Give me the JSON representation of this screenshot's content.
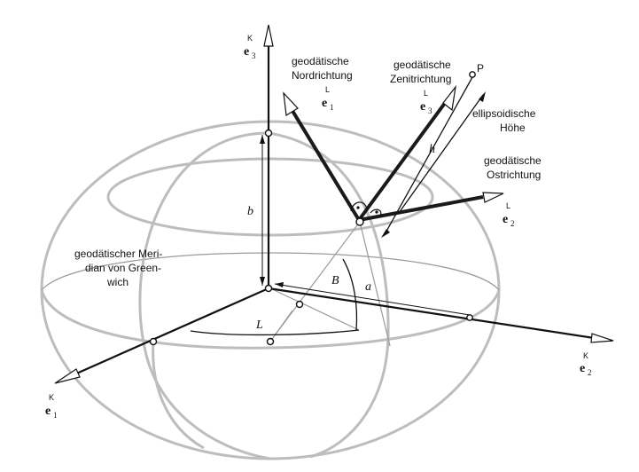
{
  "labels": {
    "e3K": {
      "sup": "K",
      "vec": "e",
      "sub": "3"
    },
    "e1K": {
      "sup": "K",
      "vec": "e",
      "sub": "1"
    },
    "e2K": {
      "sup": "K",
      "vec": "e",
      "sub": "2"
    },
    "e1L": {
      "sup": "L",
      "vec": "e",
      "sub": "1"
    },
    "e2L": {
      "sup": "L",
      "vec": "e",
      "sub": "2"
    },
    "e3L": {
      "sup": "L",
      "vec": "e",
      "sub": "3"
    },
    "nord": [
      "geodätische",
      "Nordrichtung"
    ],
    "zenit": [
      "geodätische",
      "Zenitrichtung"
    ],
    "hoehe": [
      "ellipsoidische",
      "Höhe"
    ],
    "ost": [
      "geodätische",
      "Ostrichtung"
    ],
    "meridian": [
      "geodätischer Meri-",
      "dian von Green-",
      "wich"
    ],
    "P": "P",
    "h": "h",
    "b": "b",
    "a": "a",
    "B": "B",
    "L": "L"
  }
}
